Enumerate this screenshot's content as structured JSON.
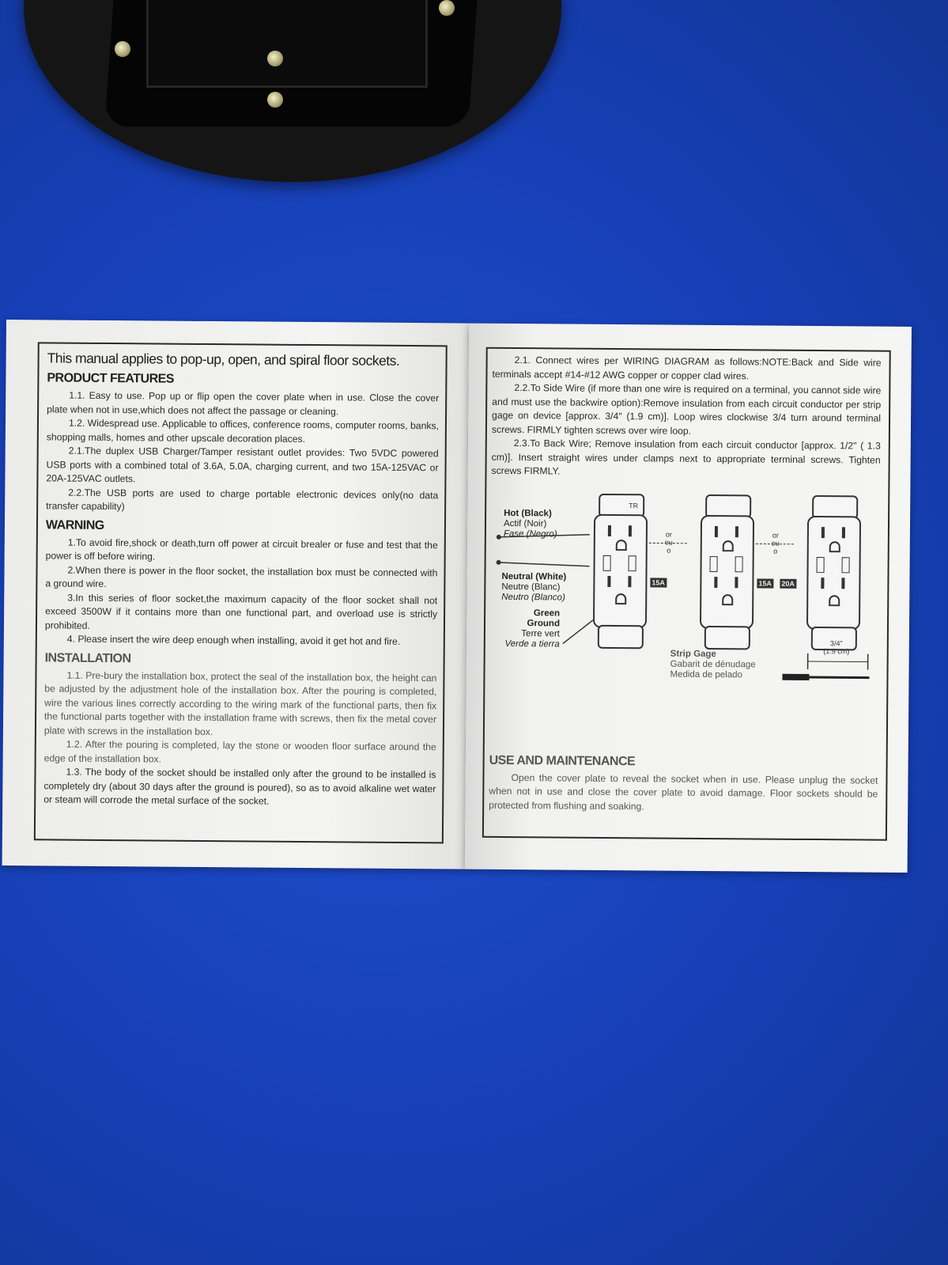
{
  "left_page": {
    "headline": "This manual applies to pop-up, open, and spiral floor sockets.",
    "product_features": {
      "title": "PRODUCT FEATURES",
      "items": [
        "1.1. Easy to use. Pop up or flip open the cover plate when in use. Close the cover plate when not in use,which does not affect the passage or cleaning.",
        "1.2. Widespread use. Applicable to offices, conference rooms, computer rooms, banks, shopping malls, homes and other upscale decoration places.",
        "2.1.The duplex USB Charger/Tamper resistant outlet provides: Two 5VDC powered USB ports with a combined total of 3.6A, 5.0A, charging current, and two 15A-125VAC or 20A-125VAC outlets.",
        "2.2.The USB ports are used to charge portable electronic devices only(no data transfer capability)"
      ]
    },
    "warning": {
      "title": "WARNING",
      "items": [
        "1.To avoid fire,shock or death,turn off power at circuit brealer or fuse and test that the power is off before wiring.",
        "2.When there is power in the floor socket, the installation box must be connected with a ground wire.",
        "3.In this series of floor socket,the maximum capacity of the floor socket shall not exceed 3500W if it contains more than one functional part, and overload use is strictly prohibited.",
        "4. Please insert the wire deep enough when installing, avoid it get hot and fire."
      ]
    },
    "installation": {
      "title": "INSTALLATION",
      "items": [
        "1.1. Pre-bury the installation box, protect the seal of the installation box, the height can be adjusted by the adjustment hole of the installation box. After the pouring is completed, wire the various lines correctly according to the wiring mark of the functional parts, then fix the functional parts together with the installation frame with screws, then fix the metal cover plate with screws in the installation box.",
        "1.2. After the pouring is completed, lay the stone or wooden floor surface around the edge of the installation box.",
        "1.3. The body of the socket should be installed only after the ground to be installed is completely dry (about 30 days after the ground is poured), so as to avoid alkaline wet water or steam will corrode the metal surface of the socket."
      ]
    }
  },
  "right_page": {
    "wiring": [
      "2.1. Connect wires per WIRING DIAGRAM as follows:NOTE:Back and Side wire terminals accept #14-#12 AWG copper or copper clad wires.",
      "2.2.To Side Wire (if more than one wire is required on a terminal, you cannot side wire and must use the backwire option):Remove insulation from each circuit conductor per strip gage on device [approx. 3/4\" (1.9 cm)]. Loop wires clockwise 3/4 turn around terminal screws. FIRMLY tighten screws over wire loop.",
      "2.3.To Back Wire; Remove insulation from each circuit conductor [approx. 1/2\" ( 1.3 cm)]. Insert straight wires under clamps next to appropriate terminal screws. Tighten screws FIRMLY."
    ],
    "diagram": {
      "hot": [
        "Hot (Black)",
        "Actif (Noir)",
        "Fase (Negro)"
      ],
      "neutral": [
        "Neutral (White)",
        "Neutre (Blanc)",
        "Neutro (Blanco)"
      ],
      "ground": [
        "Green",
        "Ground",
        "Terre vert",
        "Verde a tierra"
      ],
      "or_label": "or",
      "ou_label": "ou",
      "o_label": "o",
      "tr_label": "TR",
      "rating_15a": "15A",
      "rating_20a": "20A",
      "strip_gage": [
        "Strip Gage",
        "Gabarit de dénudage",
        "Medida de pelado"
      ],
      "strip_length": [
        "3/4\"",
        "(1.9 cm)"
      ]
    },
    "use_maintenance": {
      "title": "USE AND MAINTENANCE",
      "text": "Open the cover plate to reveal the socket when in use. Please unplug the socket when not in use and close the cover plate to avoid damage. Floor sockets should be protected from flushing and soaking."
    }
  }
}
